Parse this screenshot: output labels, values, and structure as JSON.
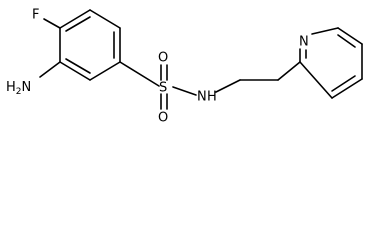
{
  "molecule": {
    "atoms": {
      "fluorine": "F",
      "amine": "H2N",
      "amine_prefix": "H",
      "amine_subscript": "2",
      "amine_suffix": "N",
      "sulfur": "S",
      "oxygen_top": "O",
      "oxygen_bottom": "O",
      "nitrogen_amide": "N",
      "hydrogen_amide": "H",
      "nitrogen_pyridine": "N"
    },
    "colors": {
      "bond": "#000000",
      "text": "#000000",
      "background": "#ffffff"
    }
  }
}
